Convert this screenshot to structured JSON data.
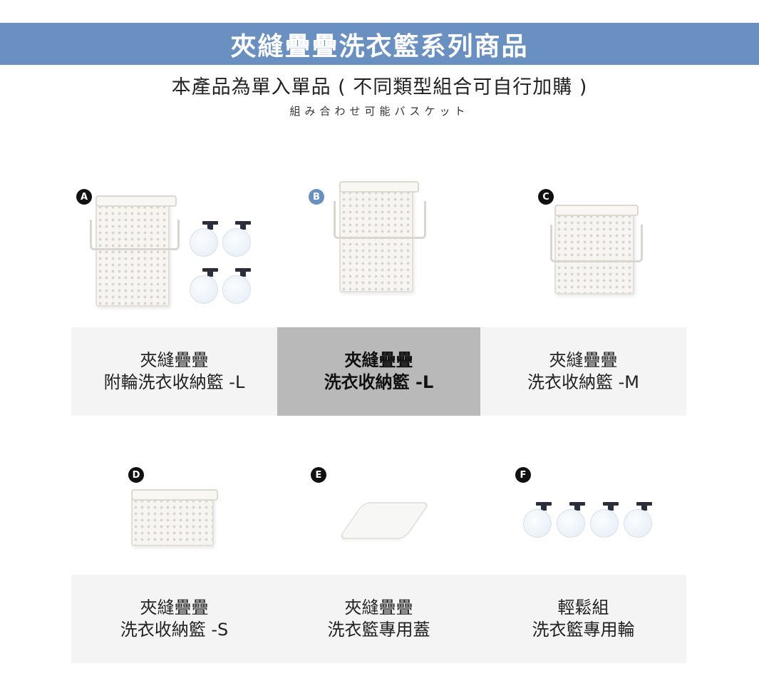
{
  "header": {
    "title": "夾縫疊疊洗衣籃系列商品",
    "subtitle": "本產品為單入單品 ( 不同類型組合可自行加購 )",
    "subtitle_jp": "組み合わせ可能バスケット"
  },
  "colors": {
    "banner": "#6a8fc1",
    "panel_bg": "#f4f4f4",
    "active_cell_bg": "#b9b9b9",
    "badge": "#111111",
    "badge_active": "#6a8fc1"
  },
  "products": [
    {
      "badge": "A",
      "line1": "夾縫疊疊",
      "line2": "附輪洗衣收納籃 -L",
      "image": "tall-basket-with-casters",
      "active": false
    },
    {
      "badge": "B",
      "line1": "夾縫疊疊",
      "line2": "洗衣收納籃 -L",
      "image": "tall-basket",
      "active": true
    },
    {
      "badge": "C",
      "line1": "夾縫疊疊",
      "line2": "洗衣收納籃 -M",
      "image": "medium-basket",
      "active": false
    },
    {
      "badge": "D",
      "line1": "夾縫疊疊",
      "line2": "洗衣收納籃 -S",
      "image": "small-basket",
      "active": false
    },
    {
      "badge": "E",
      "line1": "夾縫疊疊",
      "line2": "洗衣籃專用蓋",
      "image": "basket-lid",
      "active": false
    },
    {
      "badge": "F",
      "line1": "輕鬆組",
      "line2": "洗衣籃專用輪",
      "image": "four-casters",
      "active": false
    }
  ]
}
